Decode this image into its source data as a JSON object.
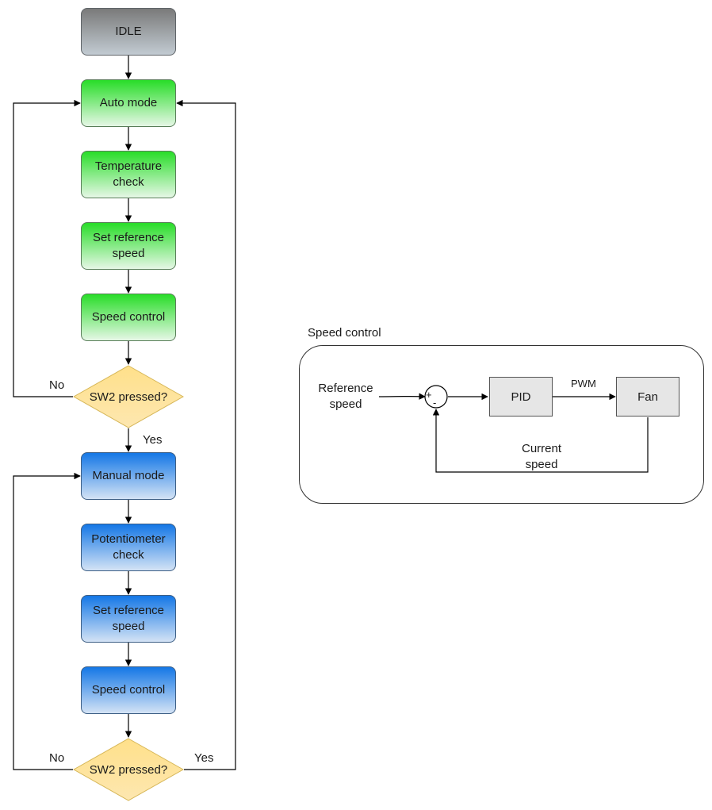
{
  "flowchart": {
    "idle": "IDLE",
    "auto": {
      "mode": "Auto mode",
      "check": "Temperature check",
      "set_reference": "Set reference speed",
      "speed_control": "Speed control",
      "decision": "SW2 pressed?",
      "no_label": "No",
      "yes_label": "Yes"
    },
    "manual": {
      "mode": "Manual mode",
      "check": "Potentiometer check",
      "set_reference": "Set reference speed",
      "speed_control": "Speed control",
      "decision": "SW2 pressed?",
      "no_label": "No",
      "yes_label": "Yes"
    }
  },
  "speed_control_diagram": {
    "title": "Speed control",
    "reference_label": "Reference speed",
    "plus_sign": "+",
    "minus_sign": "-",
    "pid": "PID",
    "pwm_label": "PWM",
    "fan": "Fan",
    "current_speed_label": "Current speed"
  },
  "colors": {
    "idle": "#8a8f94",
    "auto": "#28dd28",
    "manual": "#1477e6",
    "decision": "#ffd966",
    "block": "#e6e6e6"
  }
}
